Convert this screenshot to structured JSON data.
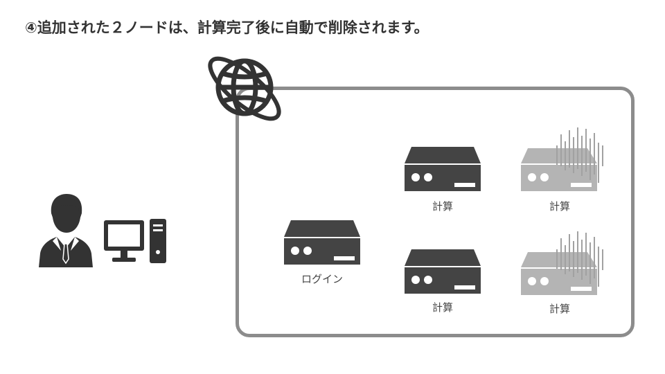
{
  "title": "④追加された２ノードは、計算完了後に自動で削除されます。",
  "colors": {
    "node": "#444444",
    "faded_node": "#9a9a9a",
    "box_border": "#8c8c8c",
    "icon_dark": "#333333"
  },
  "icons": {
    "globe": "globe-icon",
    "user": "business-user-icon",
    "computer": "desktop-computer-icon",
    "server": "server-icon"
  },
  "nodes": {
    "login": {
      "label": "ログイン"
    },
    "compute_top": {
      "label": "計算"
    },
    "compute_bottom": {
      "label": "計算"
    },
    "removed_top": {
      "label": "計算"
    },
    "removed_bottom": {
      "label": "計算"
    }
  }
}
